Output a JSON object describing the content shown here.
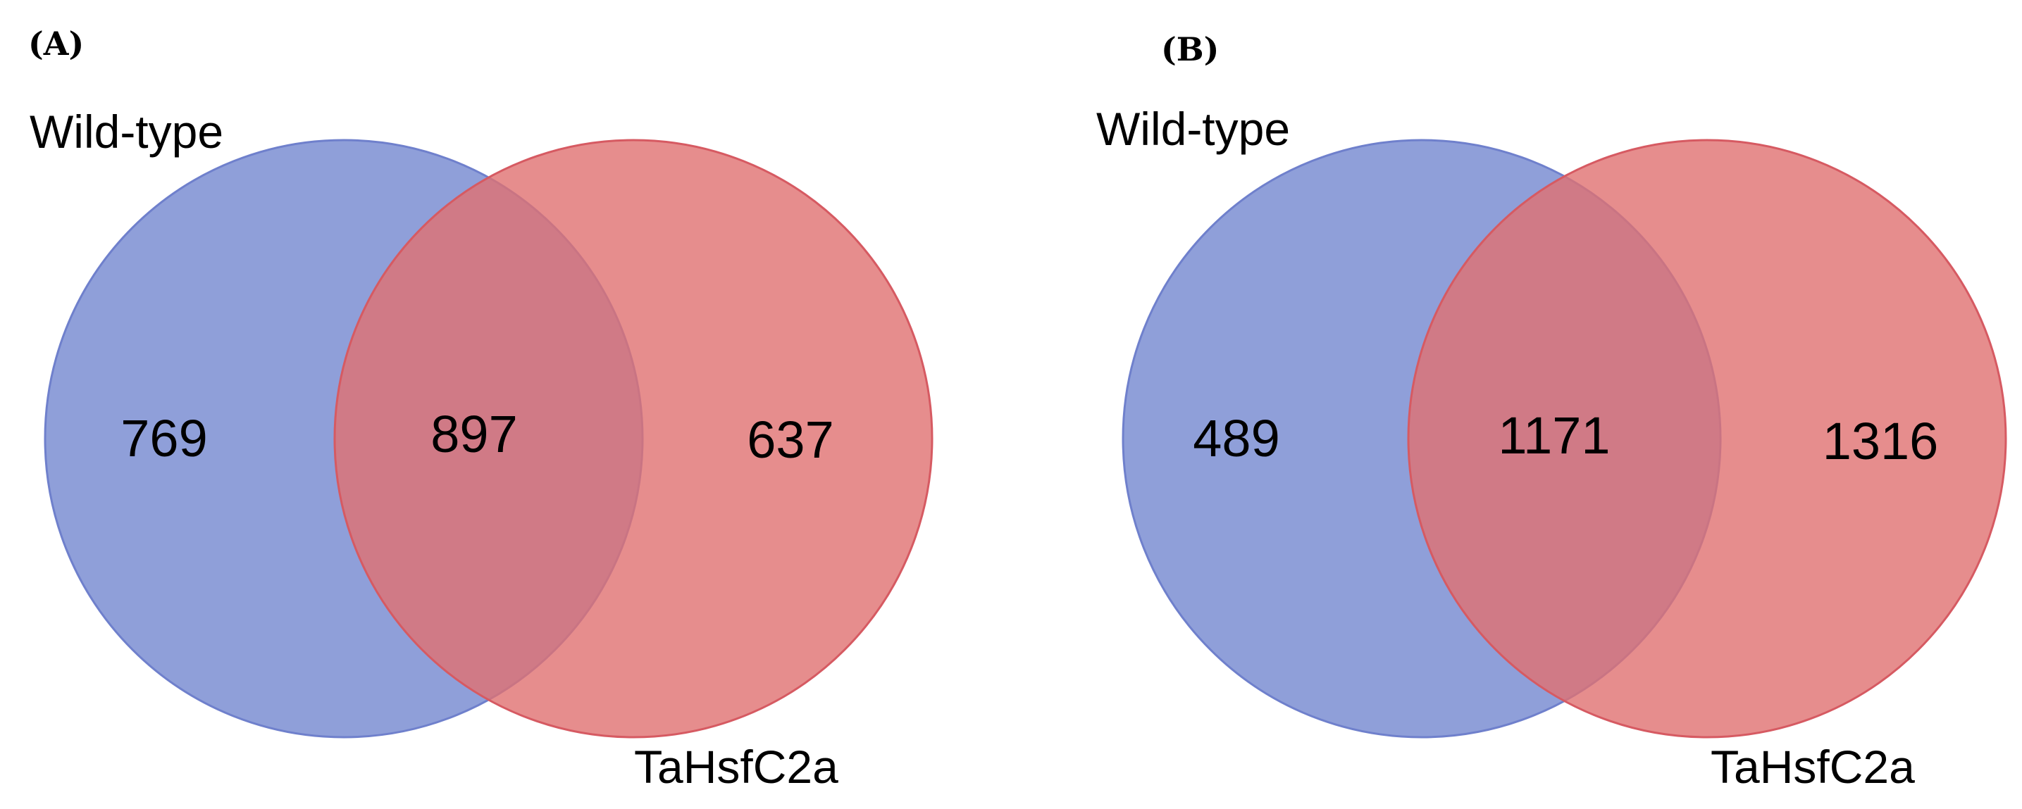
{
  "panels": [
    {
      "label": "(A)",
      "sets": {
        "left": "Wild-type",
        "right": "TaHsfC2a"
      },
      "counts": {
        "left_only": "769",
        "overlap": "897",
        "right_only": "637"
      }
    },
    {
      "label": "(B)",
      "sets": {
        "left": "Wild-type",
        "right": "TaHsfC2a"
      },
      "counts": {
        "left_only": "489",
        "overlap": "1171",
        "right_only": "1316"
      }
    }
  ],
  "colors": {
    "wild_type": "#8f9fd9",
    "tahsfc2a": "#e07070",
    "overlap": "#a85975"
  }
}
